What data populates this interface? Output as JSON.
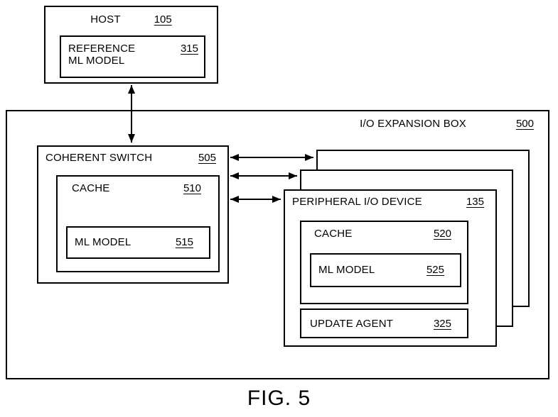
{
  "figure": {
    "caption": "FIG. 5"
  },
  "host": {
    "label": "HOST",
    "ref": "105",
    "reference_ml_model": {
      "label": "REFERENCE\nML MODEL",
      "ref": "315"
    }
  },
  "io_expansion_box": {
    "label": "I/O EXPANSION BOX",
    "ref": "500",
    "coherent_switch": {
      "label": "COHERENT SWITCH",
      "ref": "505",
      "cache": {
        "label": "CACHE",
        "ref": "510",
        "ml_model": {
          "label": "ML MODEL",
          "ref": "515"
        }
      }
    },
    "peripheral_io_device": {
      "label": "PERIPHERAL I/O DEVICE",
      "ref": "135",
      "cache": {
        "label": "CACHE",
        "ref": "520",
        "ml_model": {
          "label": "ML MODEL",
          "ref": "525"
        }
      },
      "update_agent": {
        "label": "UPDATE AGENT",
        "ref": "325"
      }
    }
  },
  "colors": {
    "line": "#000000",
    "background": "#ffffff"
  }
}
